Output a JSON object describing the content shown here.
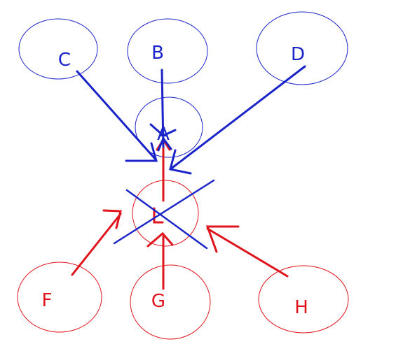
{
  "colors": {
    "blue": "#1a24c8",
    "red": "#e0141c",
    "background": "#ffffff"
  },
  "nodes": {
    "C": {
      "label": "C",
      "color": "blue"
    },
    "B": {
      "label": "B",
      "color": "blue"
    },
    "D": {
      "label": "D",
      "color": "blue"
    },
    "A": {
      "label": "A",
      "color": "blue"
    },
    "E": {
      "label": "",
      "color": "red"
    },
    "F": {
      "label": "F",
      "color": "red"
    },
    "G": {
      "label": "G",
      "color": "red"
    },
    "H": {
      "label": "H",
      "color": "red"
    }
  },
  "edges": [
    {
      "from": "C",
      "to": "A",
      "color": "blue"
    },
    {
      "from": "B",
      "to": "A",
      "color": "blue"
    },
    {
      "from": "D",
      "to": "A",
      "color": "blue"
    },
    {
      "from": "F",
      "to": "E",
      "color": "red"
    },
    {
      "from": "G",
      "to": "E",
      "color": "red"
    },
    {
      "from": "H",
      "to": "E",
      "color": "red"
    },
    {
      "from": "E",
      "to": "A",
      "color": "red"
    }
  ],
  "cross_mark": {
    "color": "blue"
  }
}
